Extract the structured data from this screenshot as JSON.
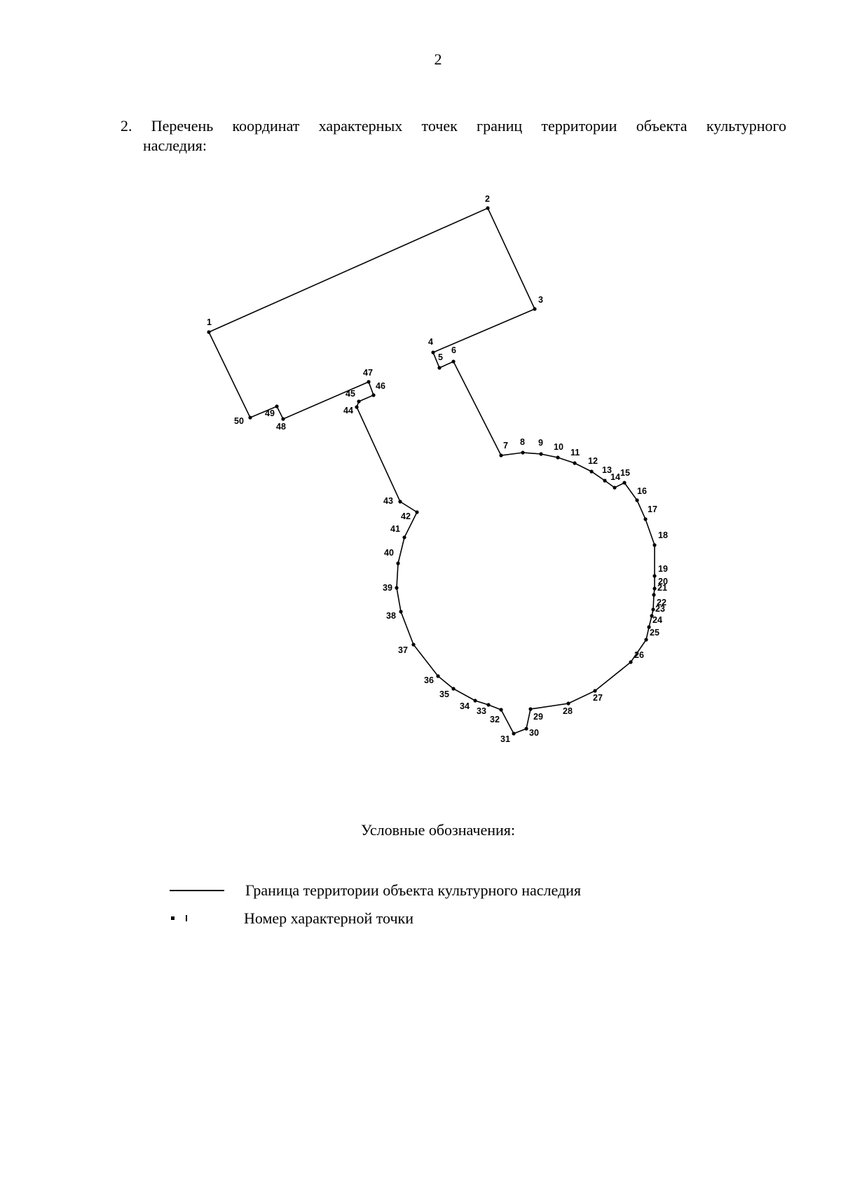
{
  "page_number": "2",
  "heading": {
    "line1_words": [
      "2.",
      "Перечень",
      "координат",
      "характерных",
      "точек",
      "границ",
      "территории",
      "объекта",
      "культурного"
    ],
    "line2": "наследия:"
  },
  "scheme": {
    "closed": true,
    "points": [
      {
        "label": "1"
      },
      {
        "label": "2"
      },
      {
        "label": "3"
      },
      {
        "label": "4"
      },
      {
        "label": "5"
      },
      {
        "label": "6"
      },
      {
        "label": "7"
      },
      {
        "label": "8"
      },
      {
        "label": "9"
      },
      {
        "label": "10"
      },
      {
        "label": "11"
      },
      {
        "label": "12"
      },
      {
        "label": "13"
      },
      {
        "label": "14"
      },
      {
        "label": "15"
      },
      {
        "label": "16"
      },
      {
        "label": "17"
      },
      {
        "label": "18"
      },
      {
        "label": "19"
      },
      {
        "label": "20"
      },
      {
        "label": "21"
      },
      {
        "label": "22"
      },
      {
        "label": "23"
      },
      {
        "label": "24"
      },
      {
        "label": "25"
      },
      {
        "label": "26"
      },
      {
        "label": "27"
      },
      {
        "label": "28"
      },
      {
        "label": "29"
      },
      {
        "label": "30"
      },
      {
        "label": "31"
      },
      {
        "label": "32"
      },
      {
        "label": "33"
      },
      {
        "label": "34"
      },
      {
        "label": "35"
      },
      {
        "label": "36"
      },
      {
        "label": "37"
      },
      {
        "label": "38"
      },
      {
        "label": "39"
      },
      {
        "label": "40"
      },
      {
        "label": "41"
      },
      {
        "label": "42"
      },
      {
        "label": "43"
      },
      {
        "label": "44"
      },
      {
        "label": "45"
      },
      {
        "label": "46"
      },
      {
        "label": "47"
      },
      {
        "label": "48"
      },
      {
        "label": "49"
      },
      {
        "label": "50"
      }
    ]
  },
  "legend": {
    "title": "Условные обозначения:",
    "boundary_label": "Граница территории объекта культурного наследия",
    "point_label": "Номер характерной точки"
  }
}
